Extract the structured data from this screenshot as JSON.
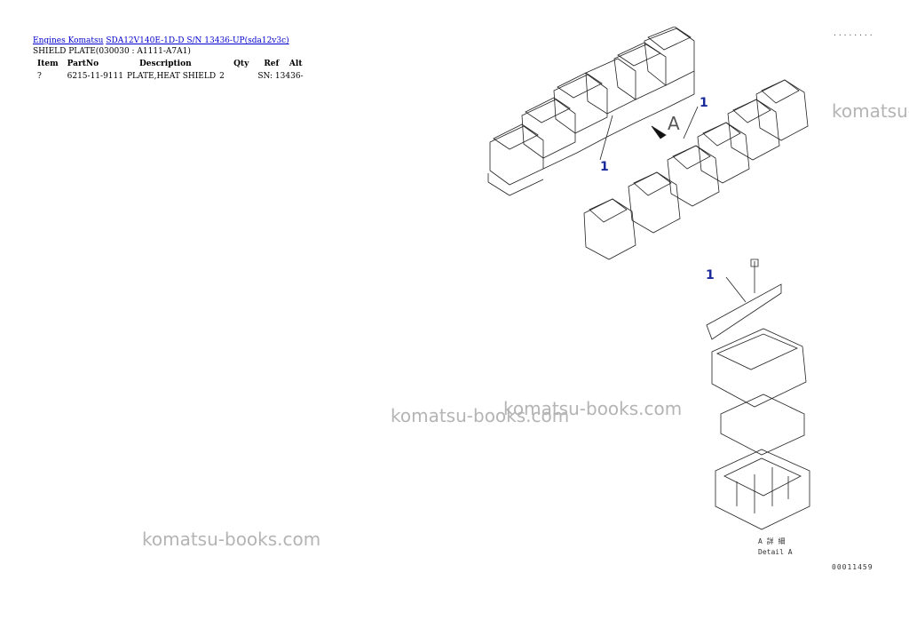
{
  "breadcrumb": {
    "link1": "Engines Komatsu",
    "link2": "SDA12V140E-1D-D S/N 13436-UP(sda12v3c)"
  },
  "title": "SHIELD PLATE(030030 : A1111-A7A1)",
  "table": {
    "headers": [
      "Item",
      "PartNo",
      "Description",
      "Qty",
      "Ref",
      "Alt"
    ],
    "rows": [
      [
        "?",
        "6215-11-9111",
        "PLATE,HEAT SHIELD",
        "2",
        "SN: 13436-",
        ""
      ]
    ]
  },
  "watermark": "komatsu-books.com",
  "diagram": {
    "callout_top": "1",
    "callout_left": "1",
    "callout_detail": "1",
    "view_label": "A",
    "detail_caption_jp": "A 詳 細",
    "detail_caption_en": "Detail A",
    "drawing_code": "00011459",
    "corner_dots": "........"
  }
}
